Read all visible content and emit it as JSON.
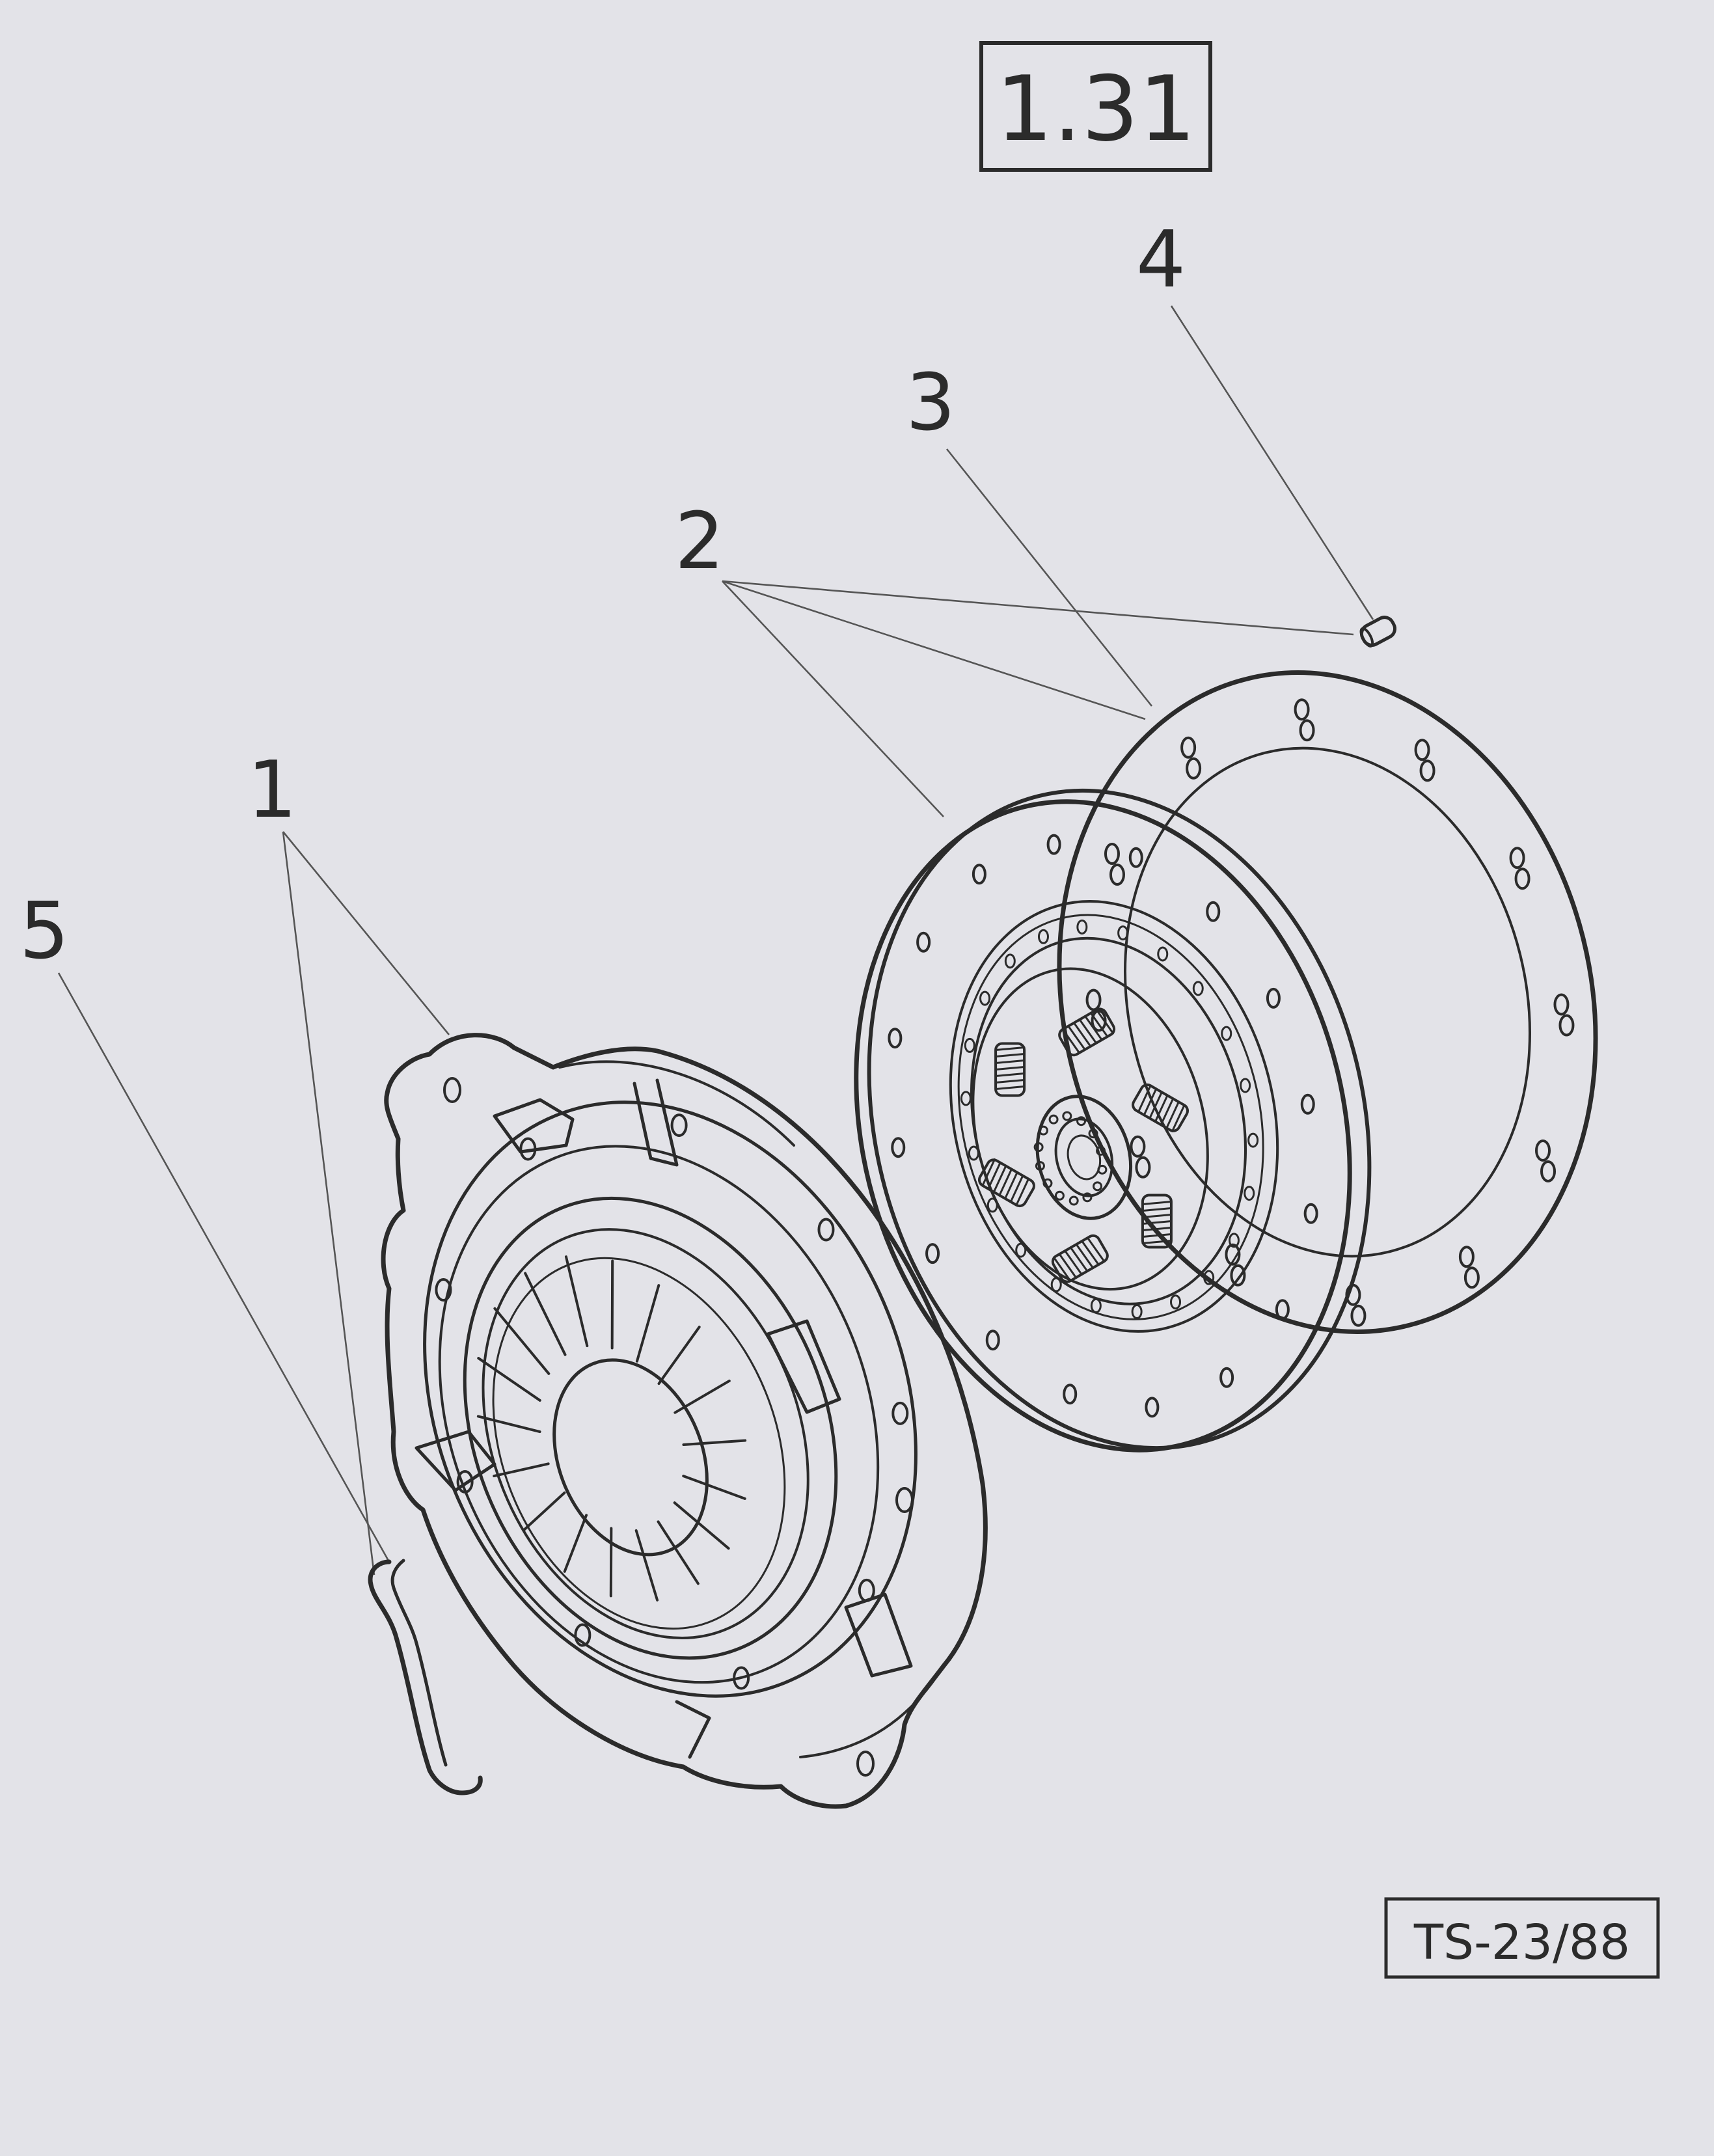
{
  "page_number": "1.31",
  "drawing_code": "TS-23/88",
  "callouts": {
    "c1": "1",
    "c2": "2",
    "c3": "3",
    "c4": "4",
    "c5": "5"
  }
}
